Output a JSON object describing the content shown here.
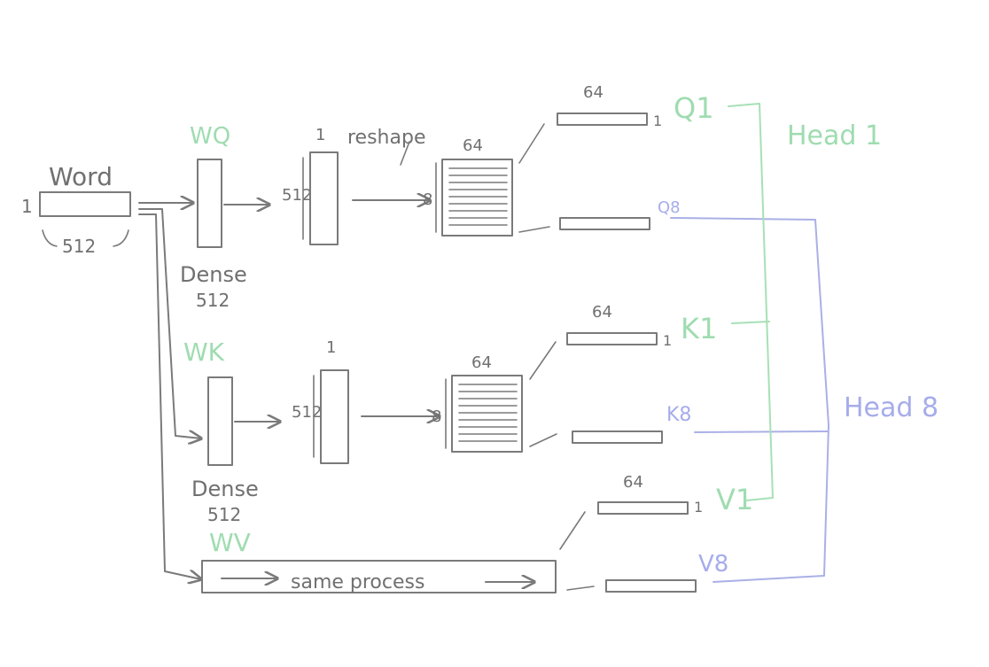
{
  "colors": {
    "ink": "#7a7a7a",
    "green": "#a7e0b6",
    "blue": "#aab0e6",
    "background": "#ffffff"
  },
  "word": {
    "label": "Word",
    "rows": "1",
    "cols": "512"
  },
  "query": {
    "weight_label": "WQ",
    "dense_label": "Dense",
    "dense_size": "512",
    "col_label": "1",
    "row_label": "512",
    "reshape_label": "reshape",
    "heads_label": "8",
    "head_dim_label": "64",
    "first_dim": "64",
    "first_label": "Q1",
    "last_label": "Q8",
    "vec_count": "1"
  },
  "key": {
    "weight_label": "WK",
    "dense_label": "Dense",
    "dense_size": "512",
    "col_label": "1",
    "row_label": "512",
    "heads_label": "8",
    "head_dim_label": "64",
    "first_dim": "64",
    "first_label": "K1",
    "last_label": "K8",
    "vec_count": "1"
  },
  "value": {
    "weight_label": "WV",
    "process_label": "same process",
    "first_dim": "64",
    "first_label": "V1",
    "last_label": "V8",
    "vec_count": "1"
  },
  "heads": {
    "head1": "Head 1",
    "head8": "Head 8"
  }
}
